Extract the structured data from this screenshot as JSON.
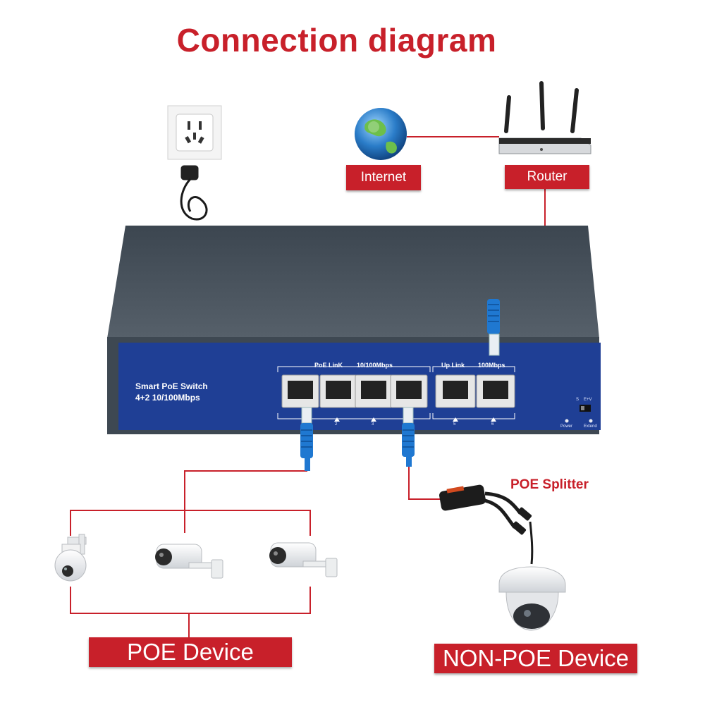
{
  "title": "Connection diagram",
  "labels": {
    "internet": "Internet",
    "router": "Router",
    "poe_splitter": "POE Splitter",
    "poe_device": "POE Device",
    "non_poe_device": "NON-POE Device"
  },
  "switch": {
    "name": "Smart PoE Switch",
    "spec": "4+2 10/100Mbps",
    "group_poe": "PoE LinK",
    "group_speed1": "10/100Mbps",
    "group_uplink": "Up Link",
    "group_speed2": "100Mbps",
    "port_numbers": [
      "2",
      "3",
      "5",
      "6"
    ],
    "dip_s": "S",
    "dip_ev": "E+V",
    "led_power": "Power",
    "led_extend": "Extend"
  },
  "colors": {
    "accent_red": "#c8202a",
    "switch_blue": "#1f3f95",
    "switch_body": "#46505a",
    "cable_blue": "#1f78d1"
  }
}
